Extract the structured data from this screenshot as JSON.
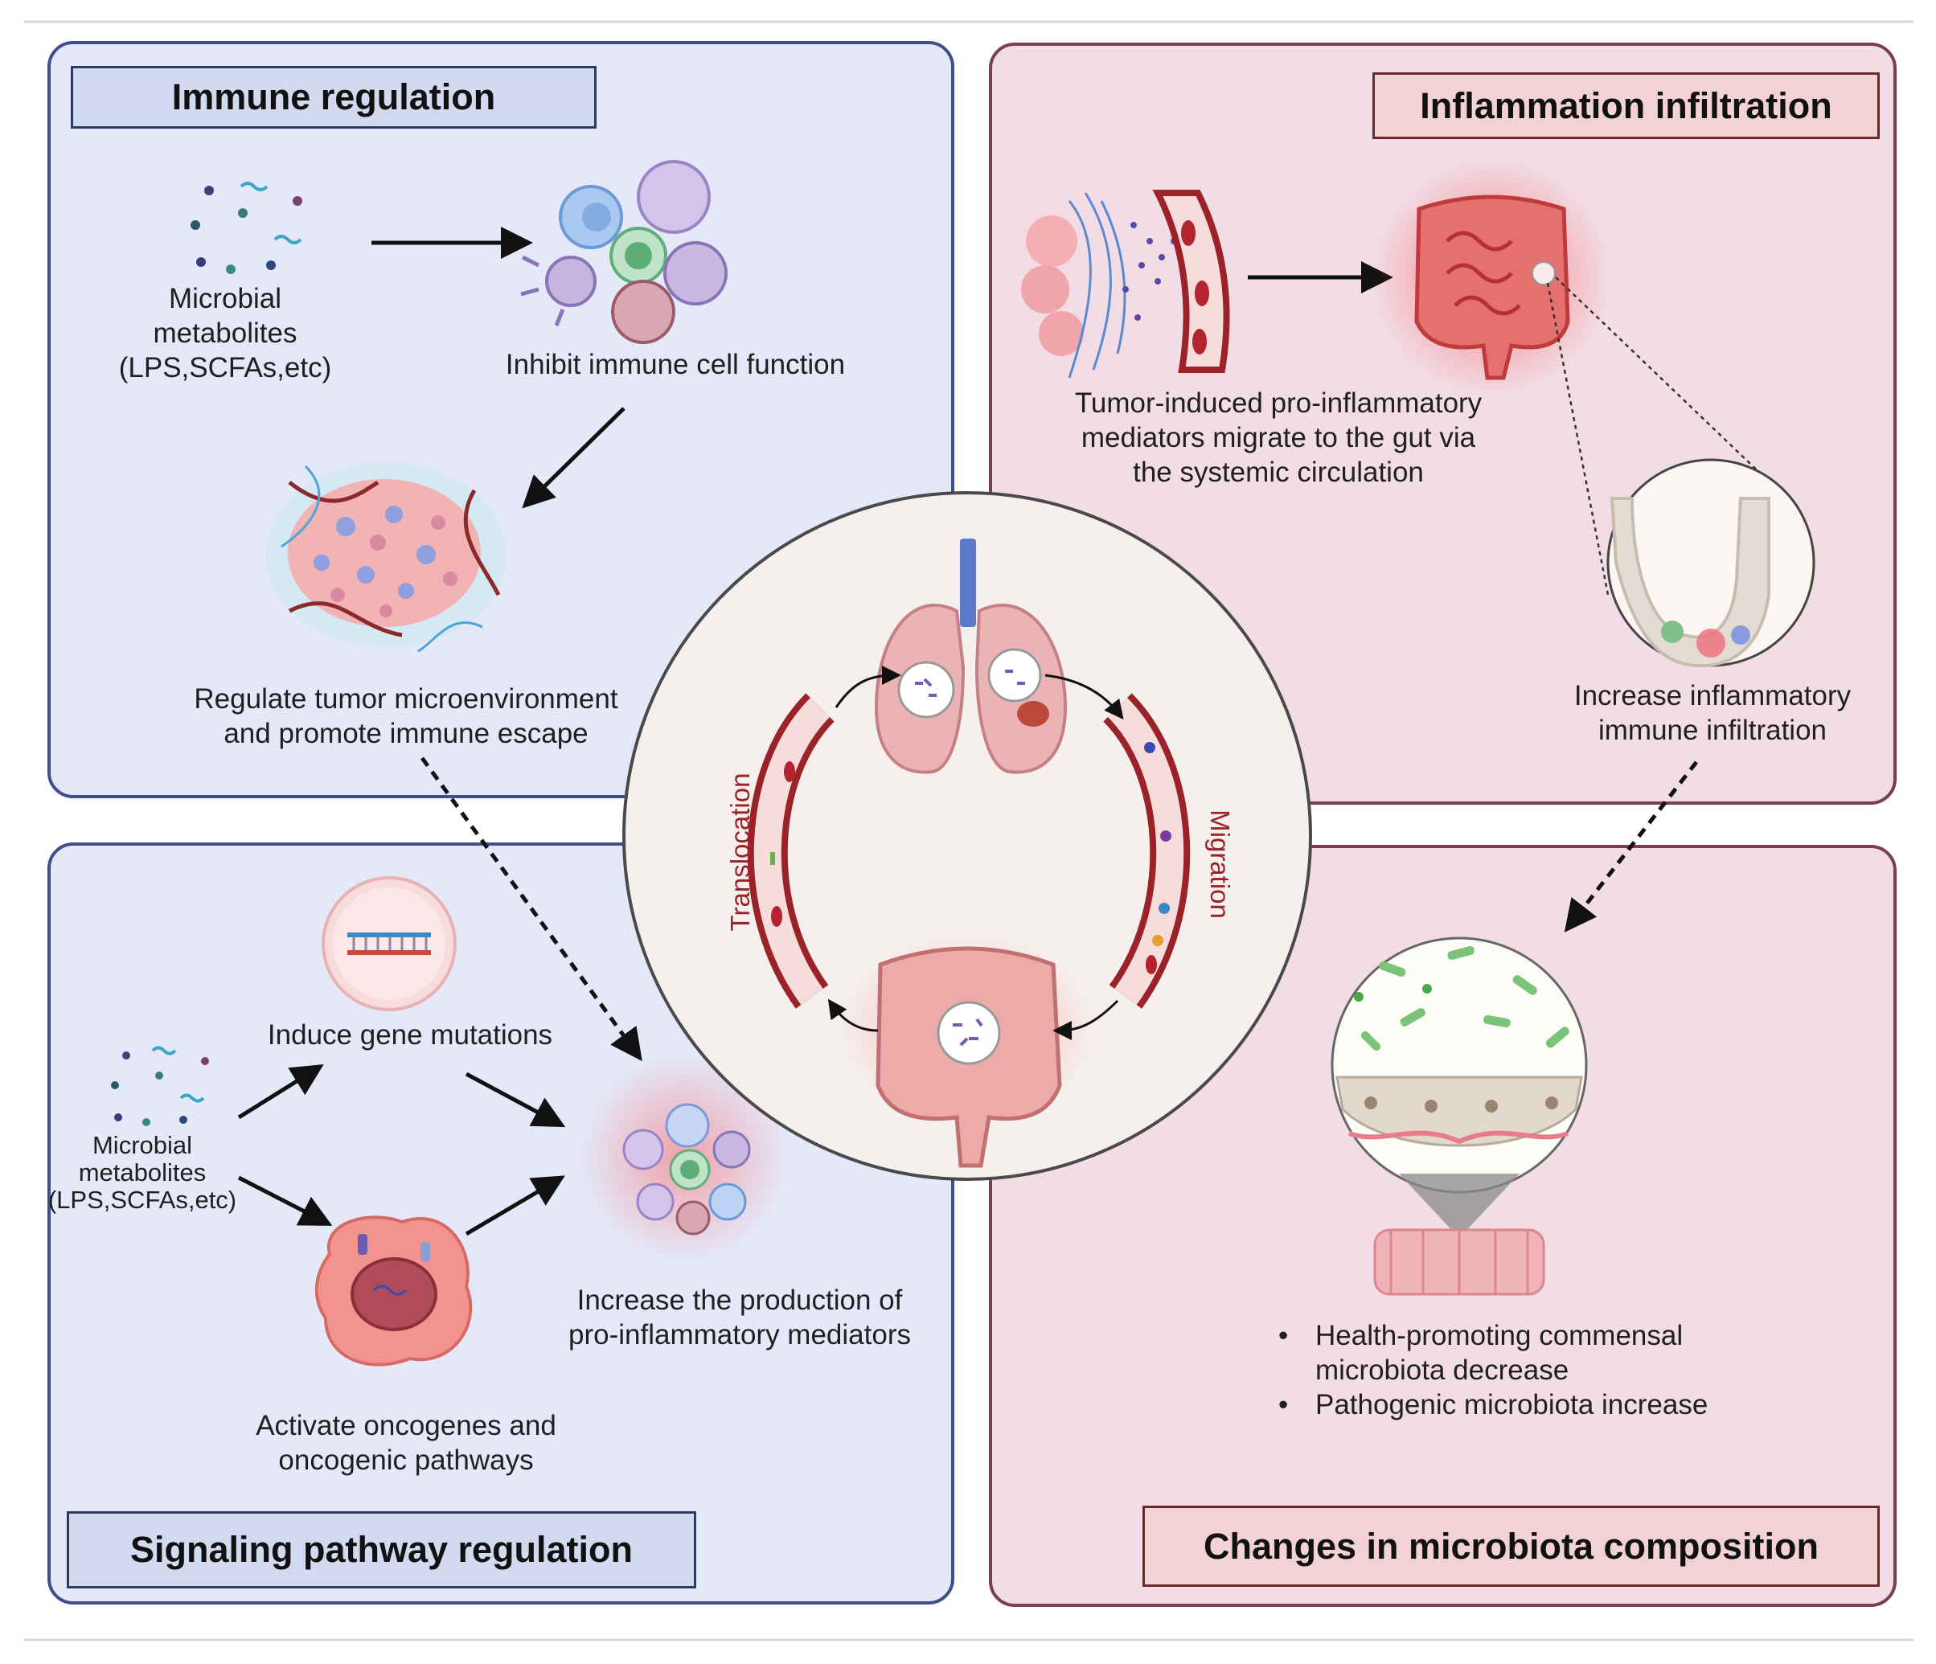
{
  "panels": {
    "immune_regulation": {
      "title": "Immune regulation",
      "metabolites": "Microbial\nmetabolites\n(LPS,SCFAs,etc)",
      "inhibit": "Inhibit immune cell function",
      "regulate": "Regulate tumor microenvironment\nand promote immune escape"
    },
    "inflammation_infiltration": {
      "title": "Inflammation infiltration",
      "tumor_induced": "Tumor-induced pro-inflammatory\nmediators migrate to the gut via\nthe systemic circulation",
      "increase_infiltration": "Increase inflammatory\nimmune infiltration"
    },
    "signaling_pathway": {
      "title": "Signaling pathway regulation",
      "metabolites": "Microbial\nmetabolites\n(LPS,SCFAs,etc)",
      "gene_mutations": "Induce gene mutations",
      "oncogenes": "Activate oncogenes and\noncogenic pathways",
      "pro_inflammatory": "Increase the production of\npro-inflammatory mediators"
    },
    "microbiota_composition": {
      "title": "Changes in microbiota composition",
      "bullets": [
        "Health-promoting commensal\nmicrobiota decrease",
        "Pathogenic microbiota increase"
      ]
    }
  },
  "center": {
    "translocation": "Translocation",
    "migration": "Migration"
  },
  "colors": {
    "blue_panel": "#e4e8f8",
    "blue_border": "#3d4f8c",
    "pink_panel": "#f2dde6",
    "pink_border": "#7a3f55",
    "vessel_red": "#9a2228",
    "center_bg": "#f5f0ed"
  }
}
